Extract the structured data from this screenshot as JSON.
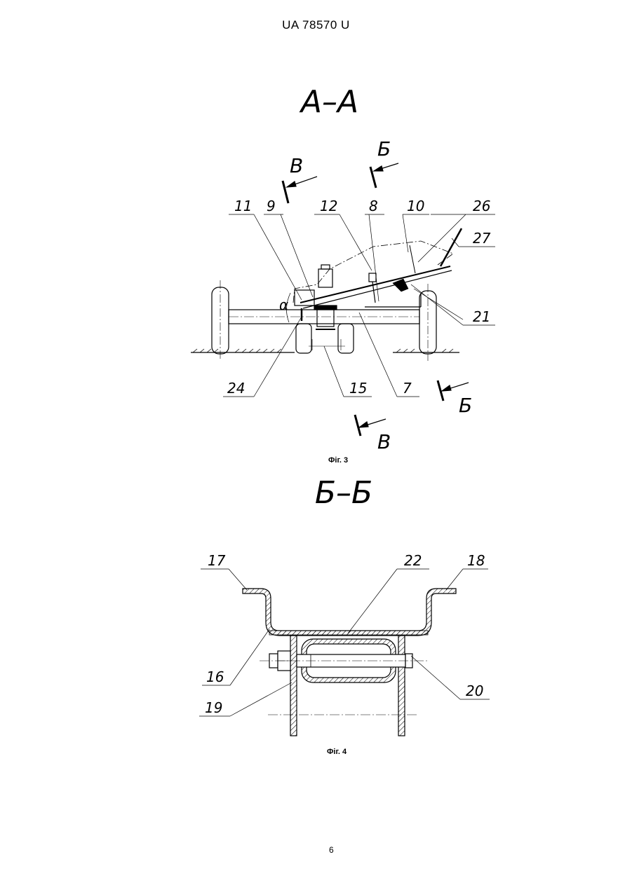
{
  "header": {
    "patent_number": "UA   78570   U"
  },
  "figure3": {
    "section_title": "А–А",
    "caption": "Фіг. 3",
    "arrows": [
      "В",
      "Б",
      "Б",
      "В"
    ],
    "angle_label": "α",
    "labels": [
      "11",
      "9",
      "12",
      "8",
      "10",
      "26",
      "27",
      "21",
      "24",
      "15",
      "7"
    ]
  },
  "figure4": {
    "section_title": "Б–Б",
    "caption": "Фіг. 4",
    "labels": [
      "17",
      "22",
      "18",
      "16",
      "19",
      "20"
    ]
  },
  "footer": {
    "page_number": "6"
  }
}
